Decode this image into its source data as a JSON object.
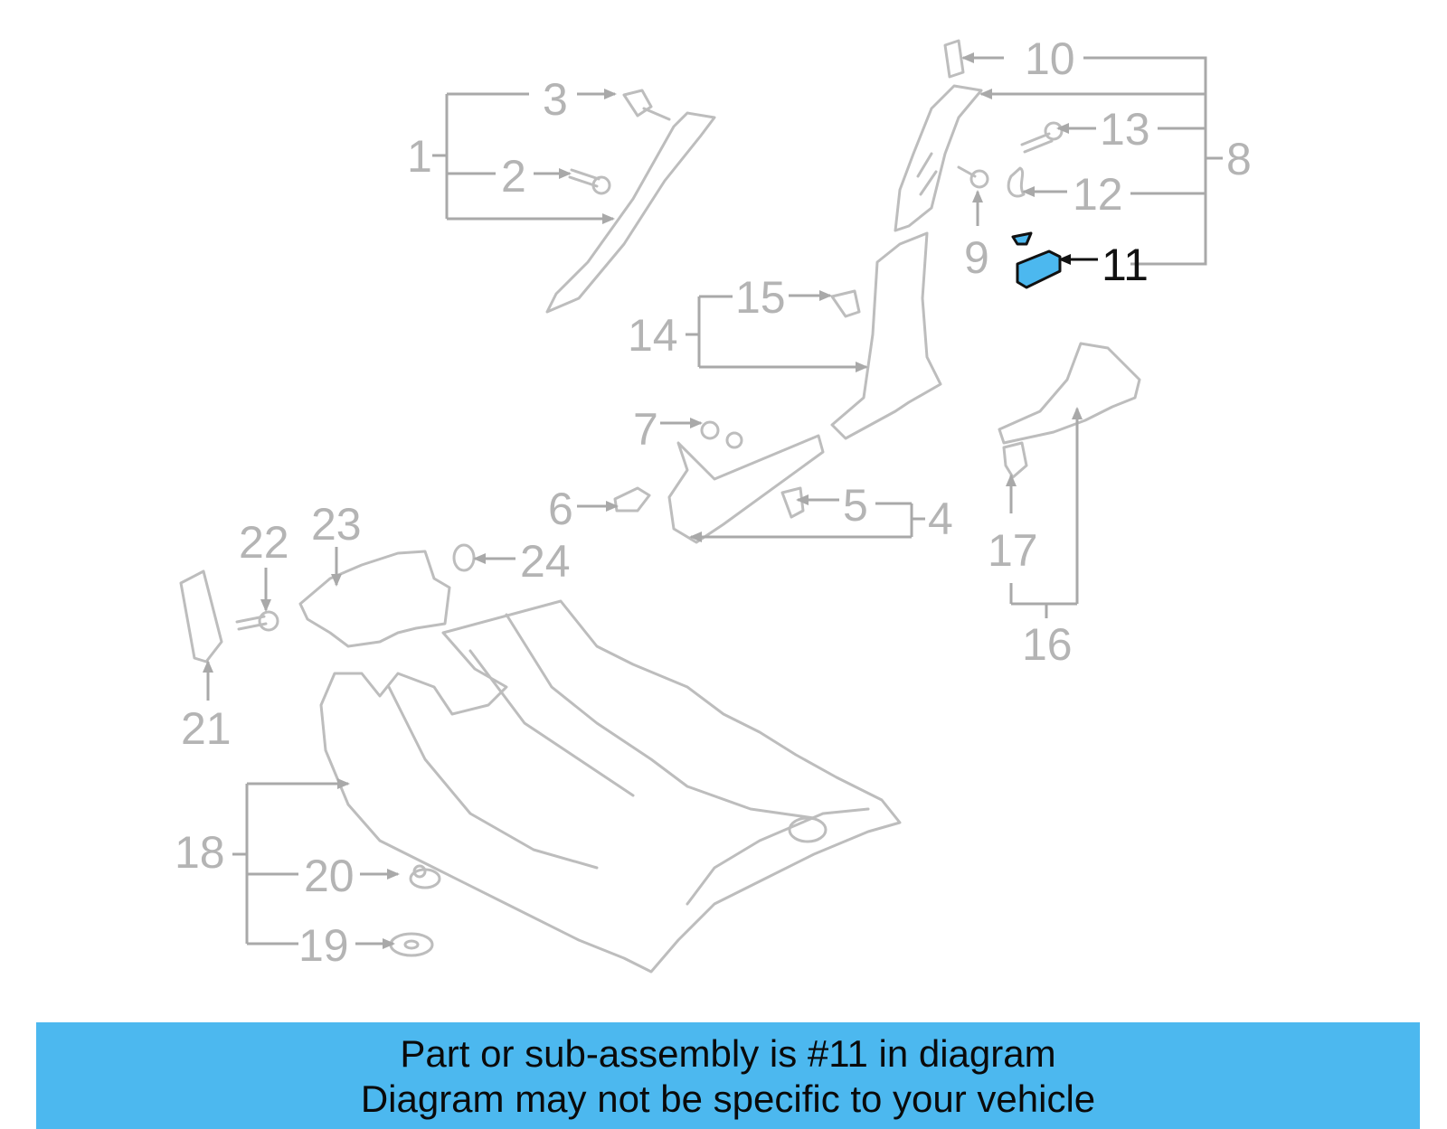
{
  "callouts": {
    "c1": "1",
    "c2": "2",
    "c3": "3",
    "c4": "4",
    "c5": "5",
    "c6": "6",
    "c7": "7",
    "c8": "8",
    "c9": "9",
    "c10": "10",
    "c11": "11",
    "c12": "12",
    "c13": "13",
    "c14": "14",
    "c15": "15",
    "c16": "16",
    "c17": "17",
    "c18": "18",
    "c19": "19",
    "c20": "20",
    "c21": "21",
    "c22": "22",
    "c23": "23",
    "c24": "24"
  },
  "highlighted_part": "11",
  "colors": {
    "highlight": "#4cb8ef",
    "line": "#bdbdbd",
    "text": "#b4b4b4",
    "banner": "#4cb8ef"
  },
  "banner": {
    "line1": "Part or sub-assembly is #11 in diagram",
    "line2": "Diagram may not be specific to your vehicle"
  }
}
